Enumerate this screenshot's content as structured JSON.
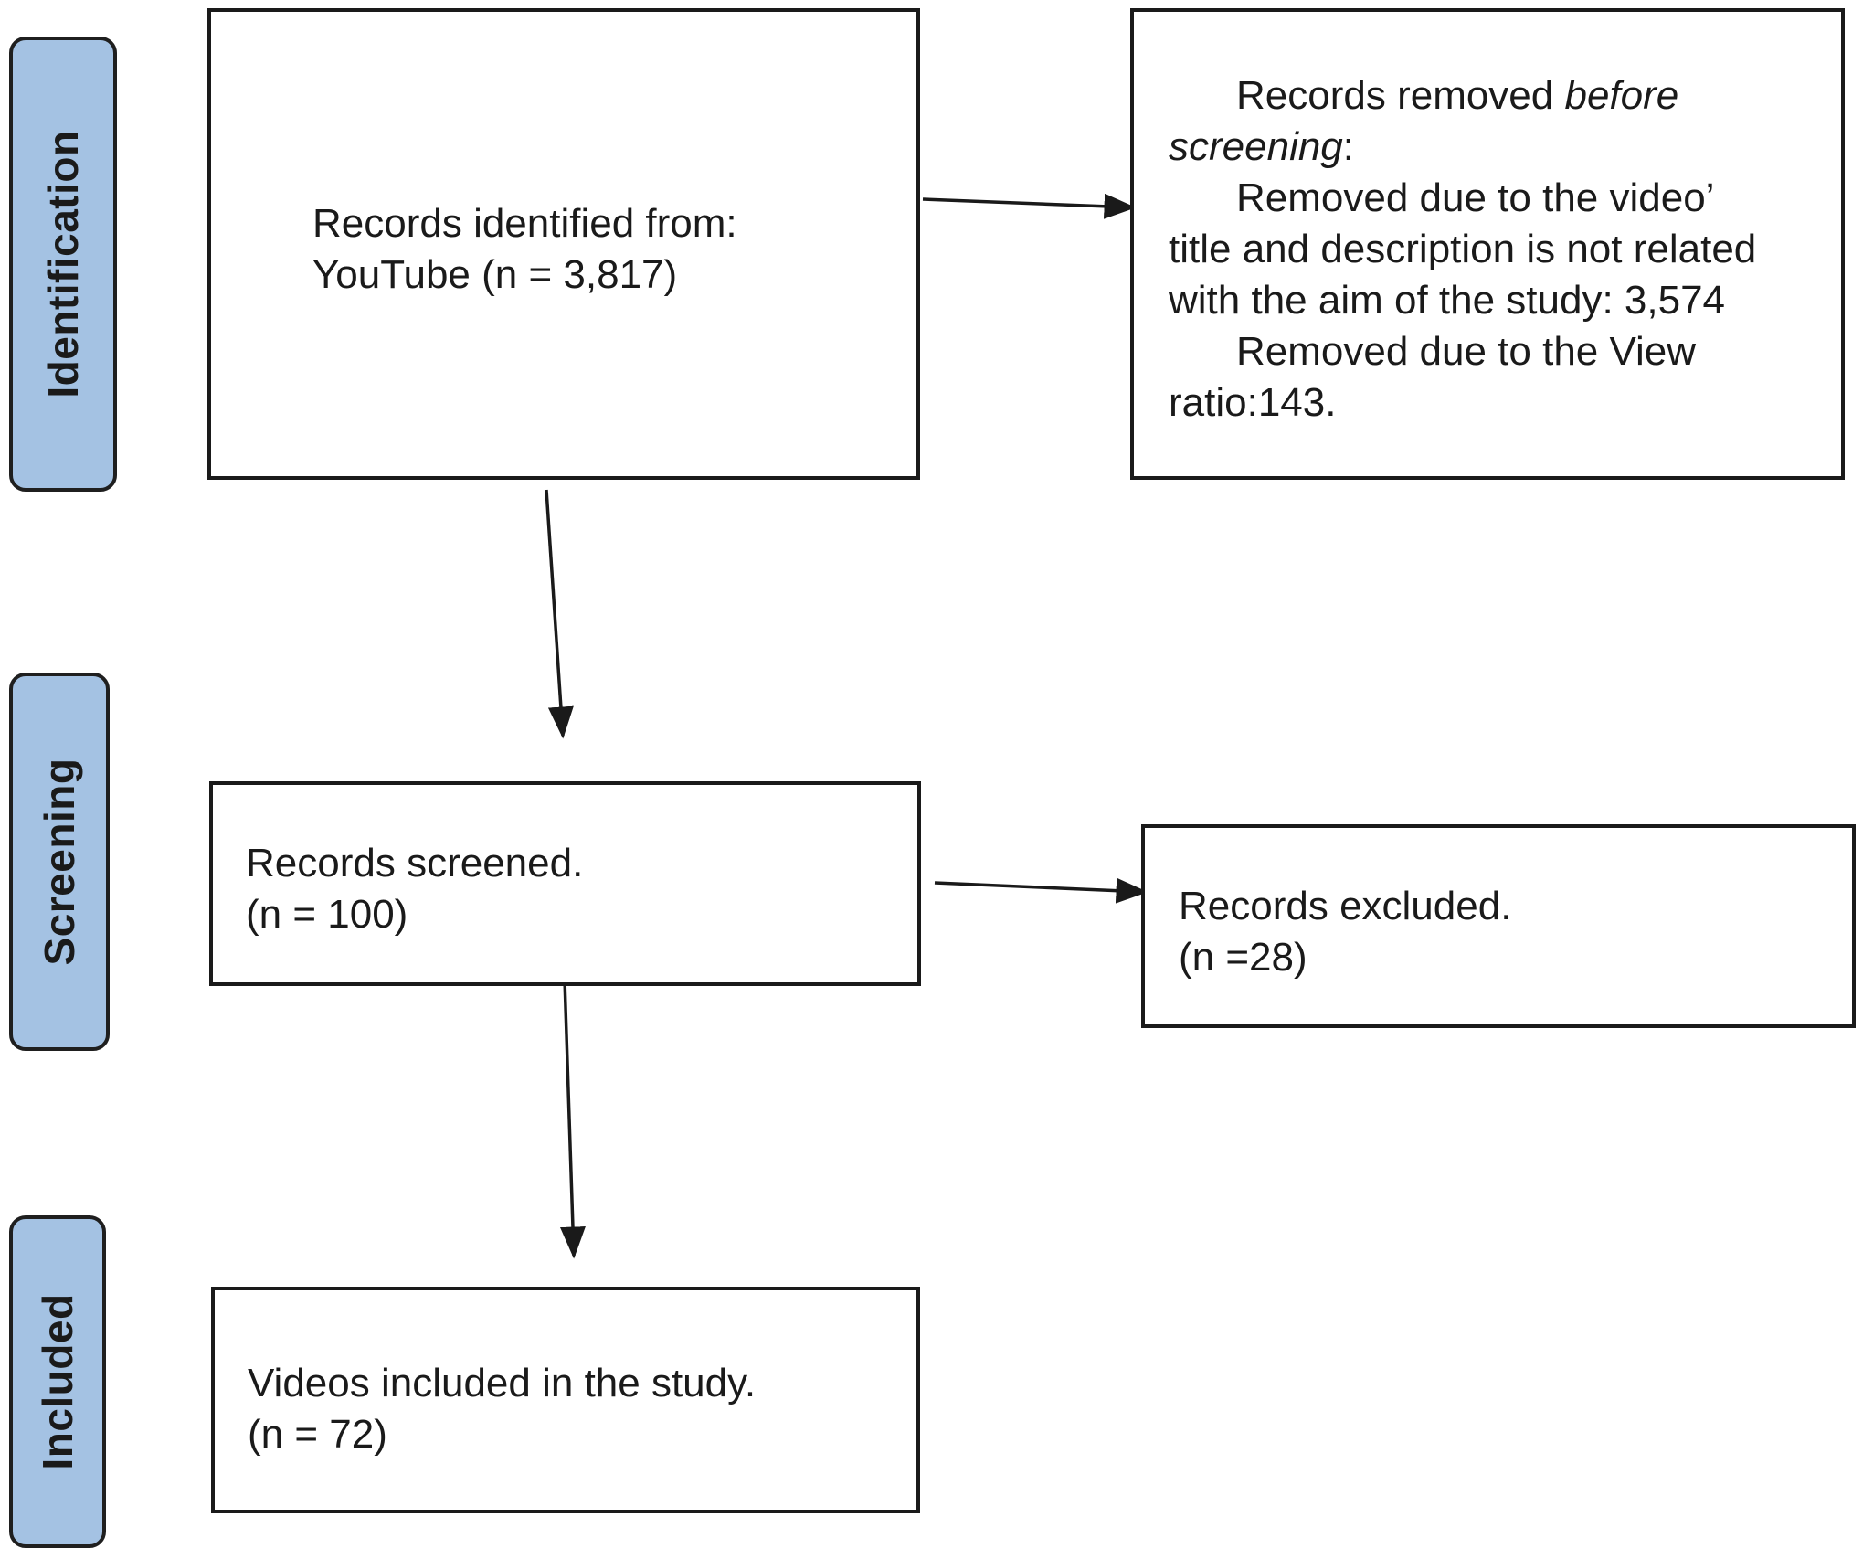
{
  "stages": {
    "identification": "Identification",
    "screening": "Screening",
    "included": "Included"
  },
  "boxes": {
    "identified": {
      "line1": "Records identified from:",
      "line2": "YouTube (n = 3,817)"
    },
    "removed": {
      "title_prefix": "Records removed ",
      "title_emph1": "before",
      "title_emph2": "screening",
      "title_suffix": ":",
      "item1_line1": "Removed due to the video’",
      "item1_line2": "title and description is not related",
      "item1_line3": "with the aim of the study: 3,574",
      "item2_line1": "Removed due to the View",
      "item2_line2": "ratio:143."
    },
    "screened": {
      "line1": "Records screened.",
      "line2": "(n = 100)"
    },
    "excluded": {
      "line1": "Records excluded.",
      "line2": "(n =28)"
    },
    "included": {
      "line1": "Videos included in the study.",
      "line2": "(n = 72)"
    }
  }
}
